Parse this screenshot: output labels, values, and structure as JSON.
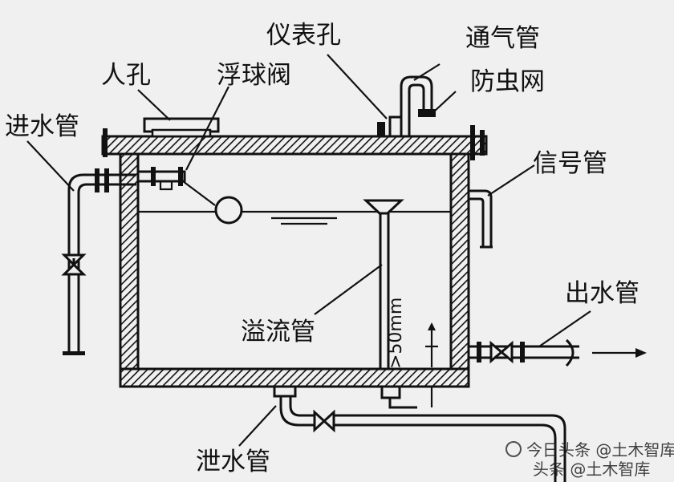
{
  "labels": {
    "instrument_hole": "仪表孔",
    "vent_pipe": "通气管",
    "insect_screen": "防虫网",
    "manhole": "人孔",
    "float_valve": "浮球阀",
    "inlet_pipe": "进水管",
    "signal_pipe": "信号管",
    "outlet_pipe": "出水管",
    "overflow_pipe": "溢流管",
    "drain_pipe": "泄水管",
    "dimension": ">50mm"
  },
  "watermark": {
    "line1": "今日头条 @土木智库",
    "line2": "头条 @土木智库"
  }
}
